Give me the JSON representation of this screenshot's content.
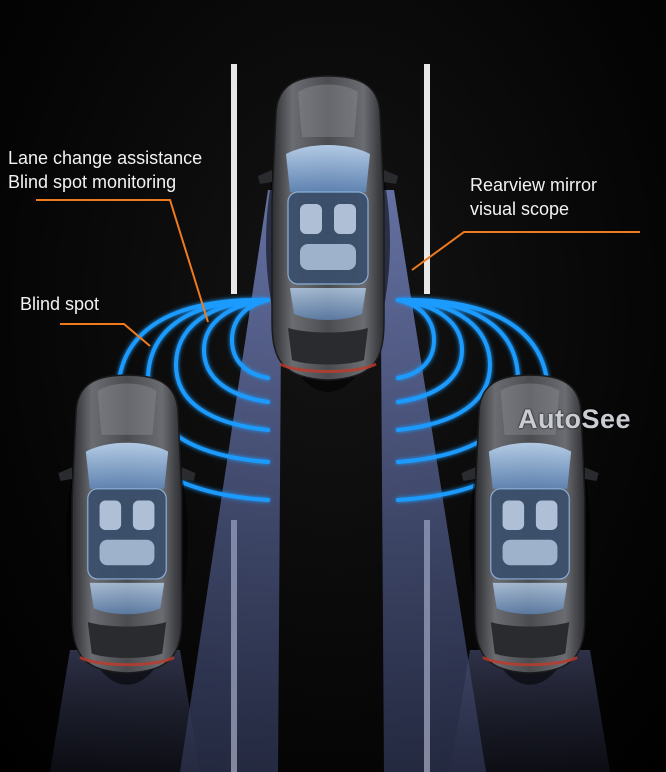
{
  "labels": {
    "lane_change": "Lane change assistance",
    "blind_spot_monitoring": "Blind spot monitoring",
    "rearview_line1": "Rearview mirror",
    "rearview_line2": "visual scope",
    "blind_spot": "Blind spot"
  },
  "watermark": "AutoSee",
  "colors": {
    "background": "#000000",
    "lane_line": "#e8e8e8",
    "sensor_wave": "#1e9bff",
    "scope_beam": "#8a9bd6",
    "leader_line": "#f07a1e",
    "car_body": "#3a3b3e",
    "car_glass": "#9fc2e6"
  },
  "icons": [
    "car-top-view-icon",
    "sensor-wave-icon"
  ]
}
